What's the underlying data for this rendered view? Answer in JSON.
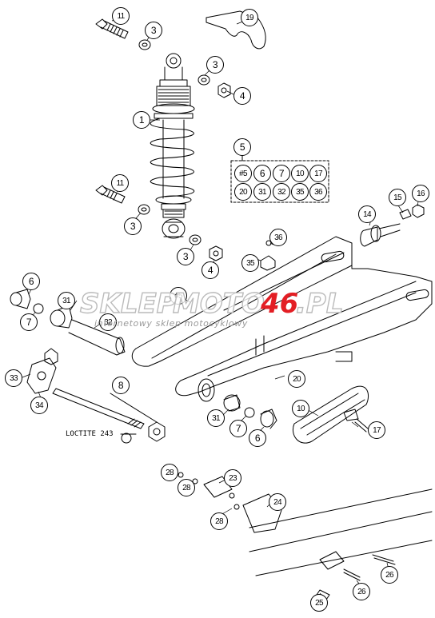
{
  "watermark": {
    "brand_a": "SKLEP",
    "brand_b": "MOTO",
    "brand_c": "46",
    "brand_d": ".PL",
    "tagline": "internetowy sklep motocyklowy"
  },
  "note": "LOCTITE 243",
  "callouts": {
    "c1": "1",
    "c3a": "3",
    "c3b": "3",
    "c3c": "3",
    "c3d": "3",
    "c4a": "4",
    "c4b": "4",
    "c5": "5",
    "c6a": "6",
    "c6b": "6",
    "c7a": "7",
    "c7b": "7",
    "c8": "8",
    "c10": "10",
    "c11a": "11",
    "c11b": "11",
    "c14": "14",
    "c15": "15",
    "c16": "16",
    "c17": "17",
    "c19": "19",
    "c20": "20",
    "c23": "23",
    "c24": "24",
    "c25": "25",
    "c26a": "26",
    "c26b": "26",
    "c28a": "28",
    "c28b": "28",
    "c28c": "28",
    "c31": "31",
    "c32": "32",
    "c33": "33",
    "c34": "34",
    "c35": "35",
    "c36": "36",
    "c5hash": "#5"
  },
  "kit": {
    "k1": "#5",
    "k2": "6",
    "k3": "7",
    "k4": "10",
    "k5": "17",
    "k6": "20",
    "k7": "31",
    "k8": "32",
    "k9": "35",
    "k10": "36"
  }
}
